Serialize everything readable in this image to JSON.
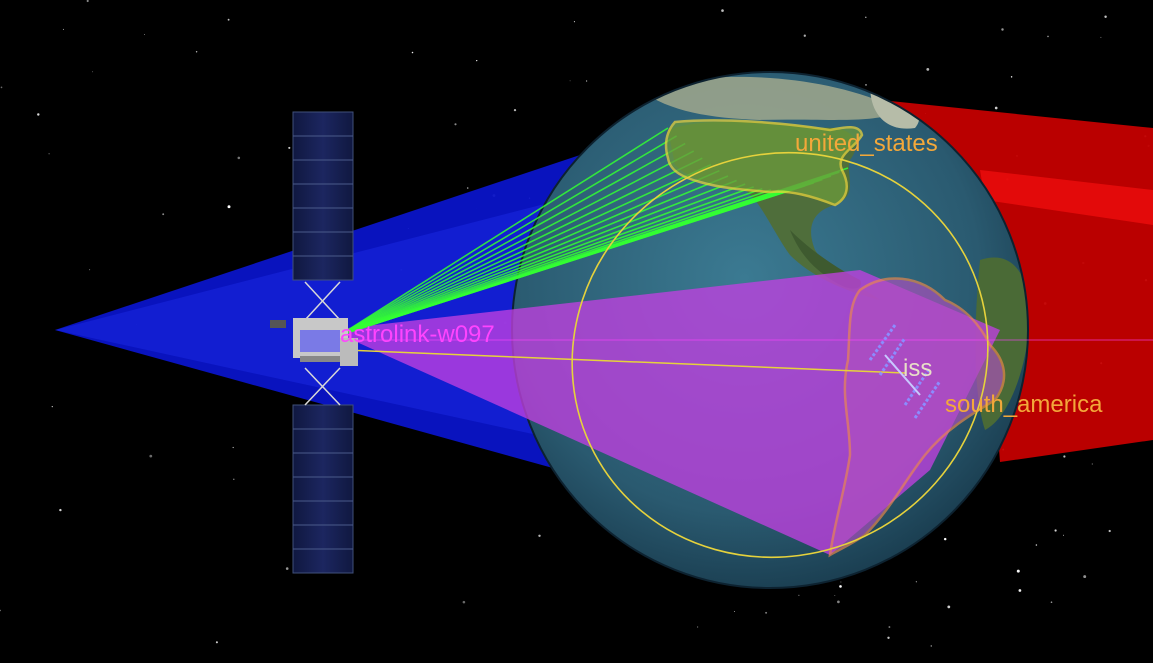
{
  "labels": {
    "satellite": "astrolink-w097",
    "region_north": "united_states",
    "region_south": "south_america",
    "station": "iss"
  },
  "colors": {
    "space": "#000000",
    "ocean": "#2c5f76",
    "satellite_beam": "#0a14c8",
    "north_beam": "#33ff33",
    "south_beam": "#c040e0",
    "shadow_cone": "#c40000",
    "orbit_line": "#e6d23c",
    "satellite_label": "#ff44ff",
    "region_label": "#f3a83a",
    "solar_panel": "#141c4a"
  },
  "icons": {
    "satellite": "satellite-icon",
    "station": "space-station-icon"
  }
}
